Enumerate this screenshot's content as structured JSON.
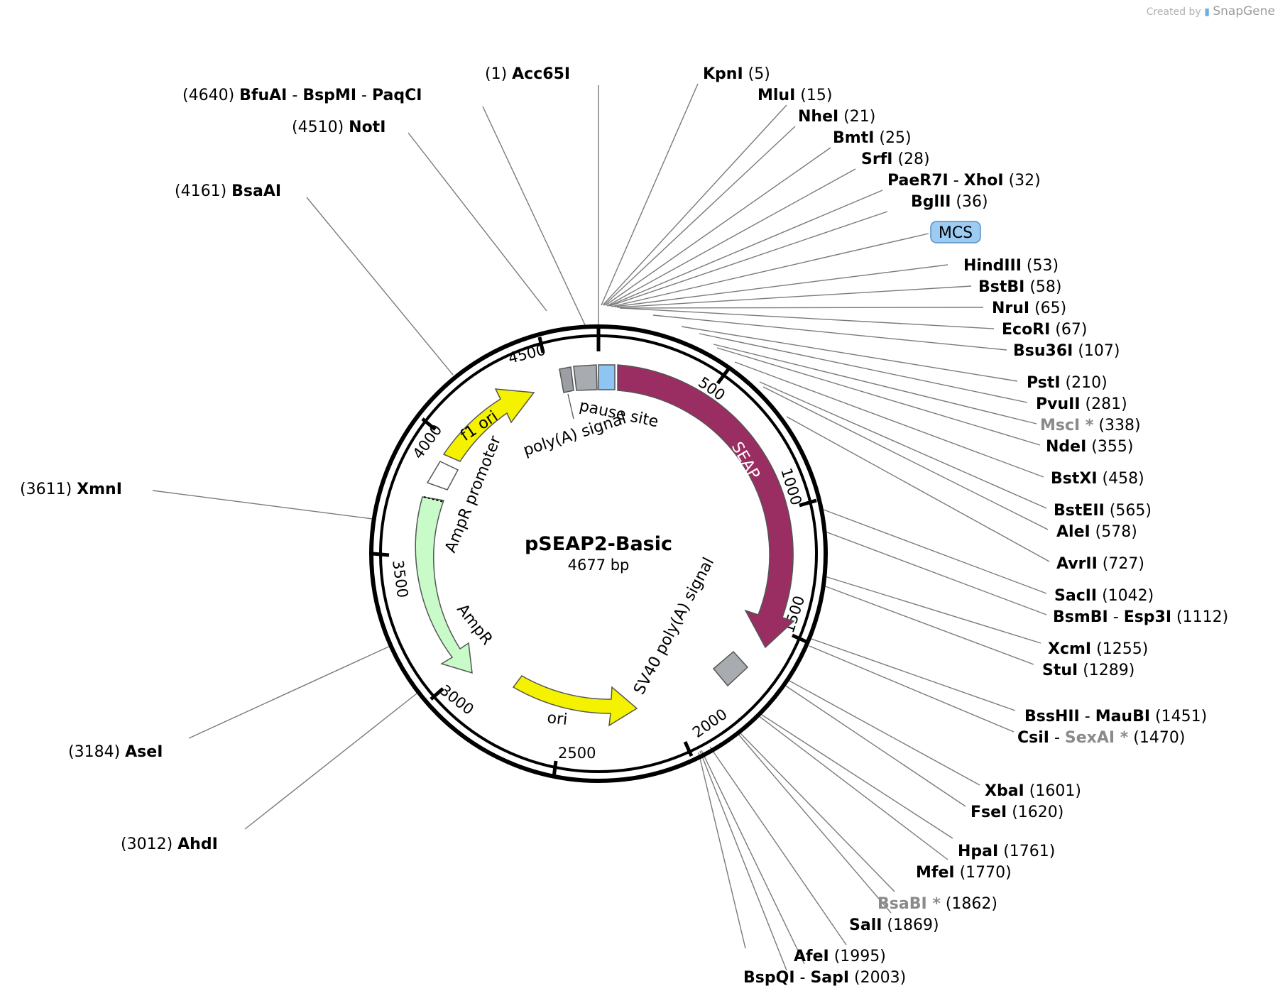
{
  "credit": {
    "prefix": "Created by",
    "brand": "SnapGene"
  },
  "plasmid": {
    "name": "pSEAP2-Basic",
    "size": "4677 bp"
  },
  "features": {
    "mcs": "MCS",
    "pause_site": "pause site",
    "polya_signal": "poly(A) signal",
    "seap": "SEAP",
    "sv40": "SV40 poly(A) signal",
    "ori": "ori",
    "ampr": "AmpR",
    "ampr_promoter": "AmpR promoter",
    "f1_ori": "f1 ori"
  },
  "ruler_ticks": [
    "500",
    "1000",
    "1500",
    "2000",
    "2500",
    "3000",
    "3500",
    "4000",
    "4500"
  ],
  "sites": [
    {
      "name": "(1)  Acc65I"
    },
    {
      "name": "(4640)  BfuAI  -  BspMI  -  PaqCI"
    },
    {
      "name": "(4510)  NotI"
    },
    {
      "name": "(4161)  BsaAI"
    },
    {
      "name": "(3611)  XmnI"
    },
    {
      "name": "(3184)  AseI"
    },
    {
      "name": "(3012)  AhdI"
    },
    {
      "name": "KpnI  (5)"
    },
    {
      "name": "MluI  (15)"
    },
    {
      "name": "NheI  (21)"
    },
    {
      "name": "BmtI  (25)"
    },
    {
      "name": "SrfI  (28)"
    },
    {
      "name": "PaeR7I  -  XhoI  (32)"
    },
    {
      "name": "BglII  (36)"
    },
    {
      "name": "HindIII  (53)"
    },
    {
      "name": "BstBI  (58)"
    },
    {
      "name": "NruI  (65)"
    },
    {
      "name": "EcoRI  (67)"
    },
    {
      "name": "Bsu36I  (107)"
    },
    {
      "name": "PstI  (210)"
    },
    {
      "name": "PvuII  (281)"
    },
    {
      "name": "MscI *  (338)"
    },
    {
      "name": "NdeI  (355)"
    },
    {
      "name": "BstXI  (458)"
    },
    {
      "name": "BstEII  (565)"
    },
    {
      "name": "AleI  (578)"
    },
    {
      "name": "AvrII  (727)"
    },
    {
      "name": "SacII  (1042)"
    },
    {
      "name": "BsmBI  -  Esp3I  (1112)"
    },
    {
      "name": "XcmI  (1255)"
    },
    {
      "name": "StuI  (1289)"
    },
    {
      "name": "BssHII  -  MauBI  (1451)"
    },
    {
      "name": "CsiI  -  SexAI *  (1470)"
    },
    {
      "name": "XbaI  (1601)"
    },
    {
      "name": "FseI  (1620)"
    },
    {
      "name": "HpaI  (1761)"
    },
    {
      "name": "MfeI  (1770)"
    },
    {
      "name": "BsaBI *  (1862)"
    },
    {
      "name": "SalI  (1869)"
    },
    {
      "name": "AfeI  (1995)"
    },
    {
      "name": "BspQI  -  SapI  (2003)"
    }
  ]
}
